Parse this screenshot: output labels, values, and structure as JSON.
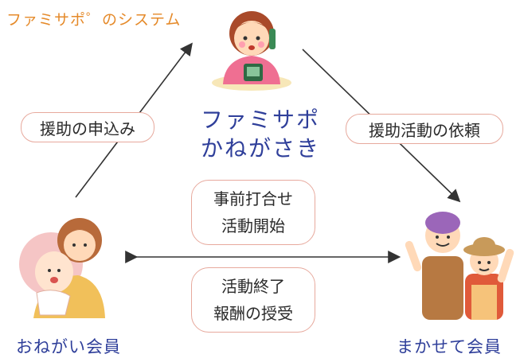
{
  "title": "ファミサポ゜のシステム",
  "center": {
    "line1": "ファミサポ",
    "line2": "かねがさき"
  },
  "labels": {
    "left_arrow": "援助の申込み",
    "right_arrow": "援助活動の依頼",
    "mid_top_line1": "事前打合せ",
    "mid_top_line2": "活動開始",
    "mid_bottom_line1": "活動終了",
    "mid_bottom_line2": "報酬の授受"
  },
  "members": {
    "left": "おねがい会員",
    "right": "まかせて会員"
  },
  "colors": {
    "title": "#e58a2a",
    "center_text": "#2f3f9a",
    "member_text": "#2f3f9a",
    "pill_border": "#e7a99d",
    "arrow": "#333333"
  },
  "icons": [
    "phone-woman-icon",
    "mother-child-icon",
    "helpers-icon"
  ]
}
